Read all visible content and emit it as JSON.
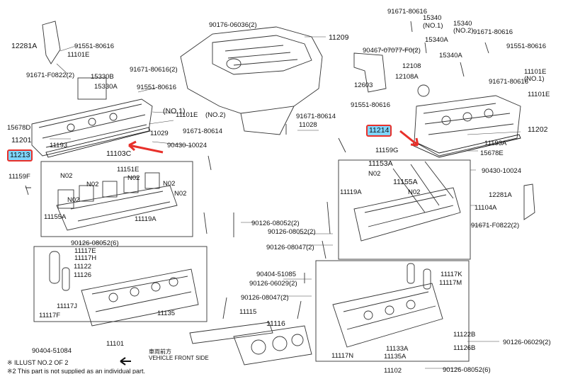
{
  "diagram": {
    "highlighted_parts": [
      "11213",
      "11214"
    ],
    "labels": [
      "91671-80616",
      "15340",
      "(NO.1)",
      "15340",
      "(NO.2)",
      "90176-06036(2)",
      "11209",
      "91671-80616",
      "15340A",
      "91551-80616",
      "15340A",
      "90467-07077-F0(2)",
      "11101E",
      "12281A",
      "91551-80616",
      "11101E",
      "(NO.1)",
      "91671-F0822(2)",
      "15330B",
      "91671-80616(2)",
      "15330A",
      "12108",
      "12108A",
      "91551-80616",
      "12603",
      "91671-80616",
      "11101E",
      "(NO.1)",
      "11029",
      "91551-80616",
      "11101E",
      "(NO.2)",
      "15678D",
      "91671-80614",
      "11028",
      "91671-80614",
      "11201",
      "11193",
      "90430-10024",
      "11103C",
      "11202",
      "11193A",
      "11159G",
      "15678E",
      "11159F",
      "11153A",
      "N02",
      "N02",
      "11151E",
      "N02",
      "N02",
      "N02",
      "N02",
      "11155A",
      "N02",
      "90430-10024",
      "12281A",
      "11155A",
      "11119A",
      "11104A",
      "N02",
      "11119A",
      "91671-F0822(2)",
      "90126-08052(2)",
      "90126-08052(2)",
      "90126-08052(6)",
      "90126-08047(2)",
      "11117E",
      "11117H",
      "11122",
      "11126",
      "11117J",
      "11117F",
      "90404-51085",
      "90126-06029(2)",
      "90126-08047(2)",
      "11135",
      "11117K",
      "11117M",
      "11115",
      "11116",
      "11101",
      "11122B",
      "11117N",
      "11126B",
      "90126-06029(2)",
      "90404-51084",
      "11133A",
      "11135A",
      "90126-08052(6)",
      "11102"
    ],
    "direction_label": "車両前方\nVEHICLE FRONT SIDE",
    "footnotes": [
      "※ ILLUST NO.2 OF 2",
      "※2 This part is not supplied as an individual part."
    ]
  }
}
